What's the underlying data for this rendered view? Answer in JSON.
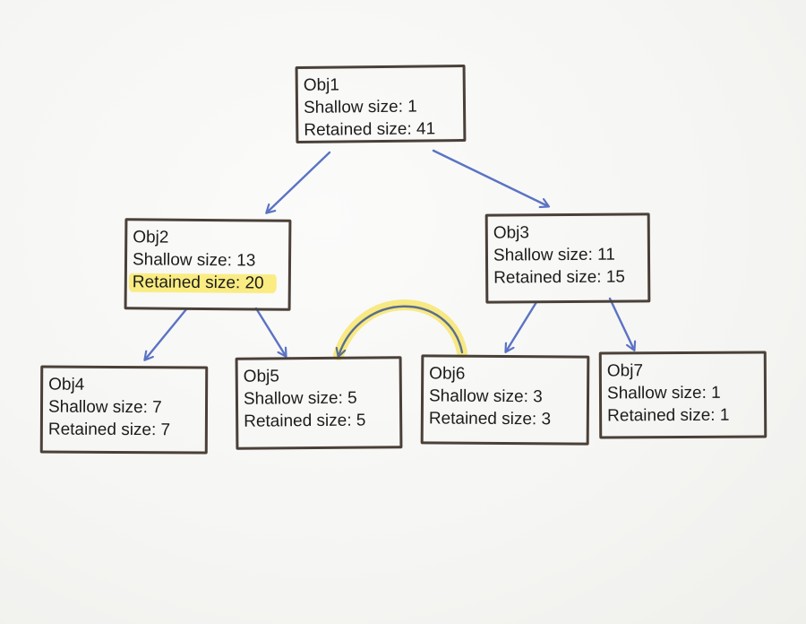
{
  "nodes": [
    {
      "id": "Obj1",
      "name": "Obj1",
      "shallow": "Shallow size: 1",
      "retained": "Retained size: 41"
    },
    {
      "id": "Obj2",
      "name": "Obj2",
      "shallow": "Shallow size: 13",
      "retained": "Retained size: 20",
      "retained_highlighted": true
    },
    {
      "id": "Obj3",
      "name": "Obj3",
      "shallow": "Shallow size: 11",
      "retained": "Retained size: 15"
    },
    {
      "id": "Obj4",
      "name": "Obj4",
      "shallow": "Shallow size: 7",
      "retained": "Retained size: 7"
    },
    {
      "id": "Obj5",
      "name": "Obj5",
      "shallow": "Shallow size: 5",
      "retained": "Retained size: 5"
    },
    {
      "id": "Obj6",
      "name": "Obj6",
      "shallow": "Shallow size: 3",
      "retained": "Retained size: 3"
    },
    {
      "id": "Obj7",
      "name": "Obj7",
      "shallow": "Shallow size: 1",
      "retained": "Retained size: 1"
    }
  ],
  "edges": [
    {
      "from": "Obj1",
      "to": "Obj2"
    },
    {
      "from": "Obj1",
      "to": "Obj3"
    },
    {
      "from": "Obj2",
      "to": "Obj4"
    },
    {
      "from": "Obj2",
      "to": "Obj5"
    },
    {
      "from": "Obj3",
      "to": "Obj6"
    },
    {
      "from": "Obj3",
      "to": "Obj7"
    },
    {
      "from": "Obj6",
      "to": "Obj5",
      "highlighted": true
    }
  ],
  "colors": {
    "arrow": "#5b73c4",
    "box_border": "#4a4038",
    "highlight": "#f7e35c",
    "cross_ref_arrow": "#5a6f8c"
  }
}
